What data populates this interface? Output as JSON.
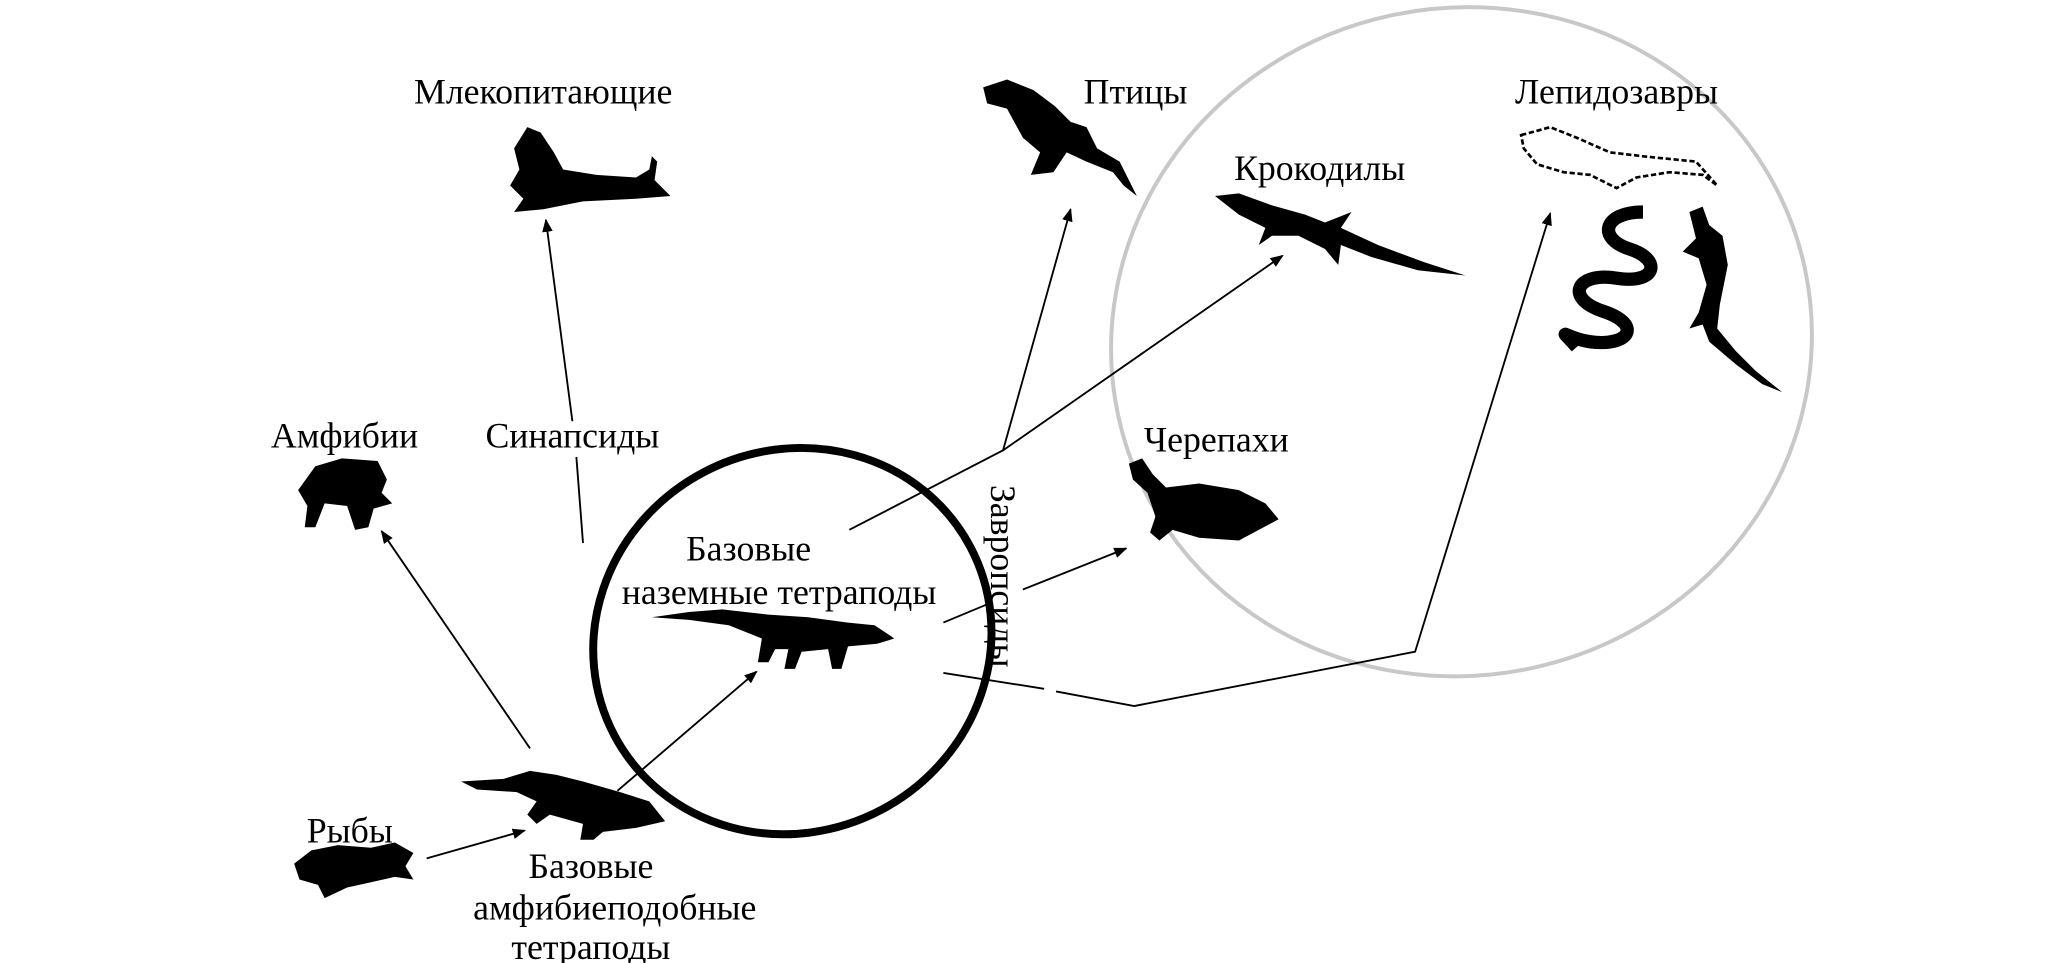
{
  "labels": {
    "mammals": "Млекопитающие",
    "birds": "Птицы",
    "lepidosaurs": "Лепидозавры",
    "crocodiles": "Крокодилы",
    "amphibians": "Амфибии",
    "synapsids": "Синапсиды",
    "turtles": "Черепахи",
    "basal_terrestrial_1": "Базовые",
    "basal_terrestrial_2": "наземные тетраподы",
    "sauropsids": "Завропсиды",
    "fishes": "Рыбы",
    "basal_amphibian_1": "Базовые",
    "basal_amphibian_2": "амфибиеподобные",
    "basal_amphibian_3": "тетраподы"
  },
  "colors": {
    "ink": "#000000",
    "sauropsid_ellipse": "#c8c8c8"
  }
}
